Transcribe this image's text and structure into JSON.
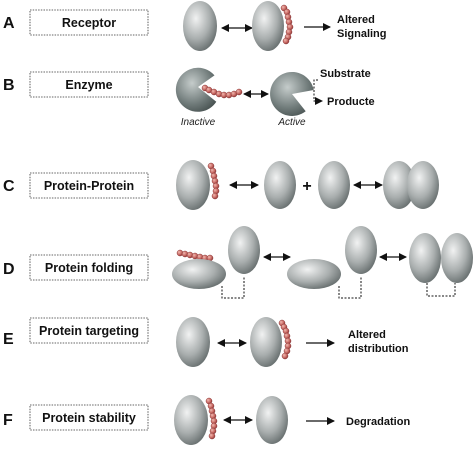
{
  "panels": {
    "a": {
      "letter": "A",
      "title": "Receptor",
      "outcome_line1": "Altered",
      "outcome_line2": "Signaling"
    },
    "b": {
      "letter": "B",
      "title": "Enzyme",
      "state_inactive": "Inactive",
      "state_active": "Active",
      "substrate": "Substrate",
      "product": "Producte"
    },
    "c": {
      "letter": "C",
      "title": "Protein-Protein",
      "plus": "+"
    },
    "d": {
      "letter": "D",
      "title": "Protein folding"
    },
    "e": {
      "letter": "E",
      "title": "Protein targeting",
      "outcome_line1": "Altered",
      "outcome_line2": "distribution"
    },
    "f": {
      "letter": "F",
      "title": "Protein stability",
      "outcome": "Degradation"
    }
  },
  "colors": {
    "protein_light": "#e9ebeb",
    "protein_dark": "#5f6666",
    "bead": "#c86a6a",
    "bead_dark": "#8a3535",
    "line": "#111111"
  }
}
